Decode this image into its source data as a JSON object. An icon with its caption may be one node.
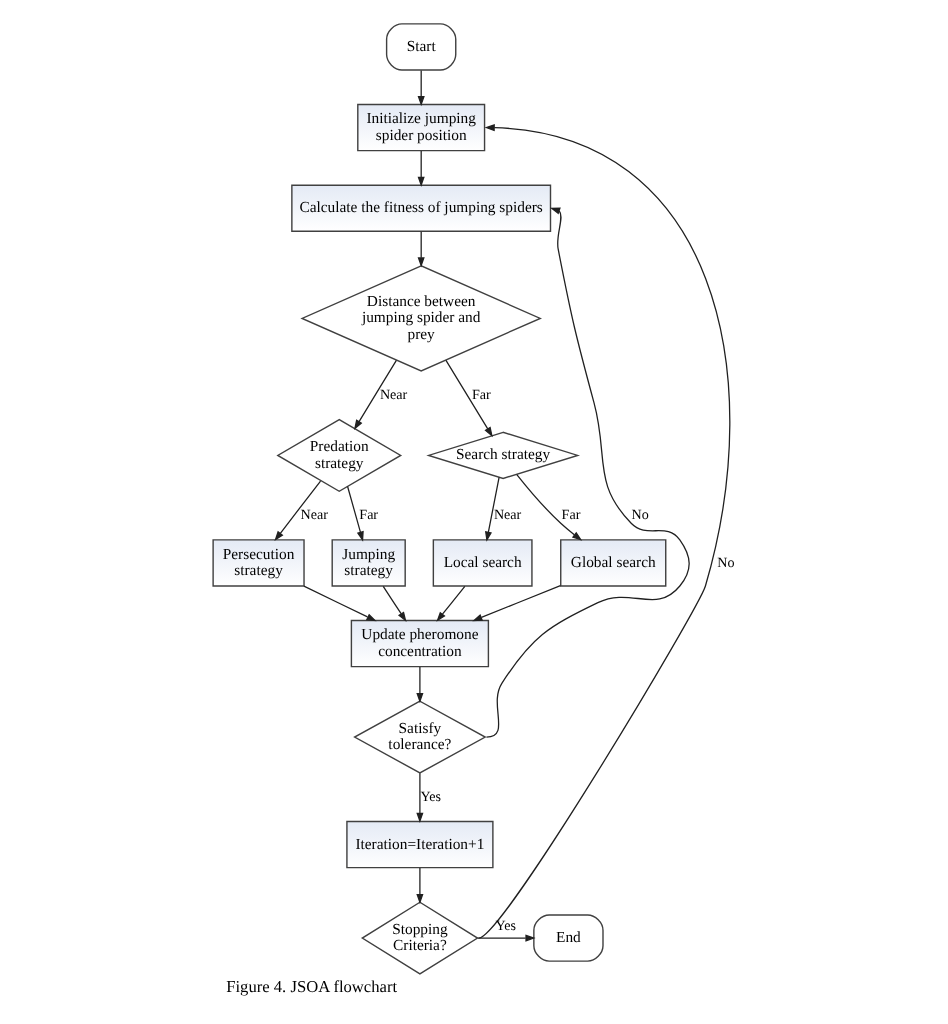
{
  "diagram": {
    "caption": "Figure 4. JSOA flowchart",
    "nodes": [
      {
        "text": [
          "Start"
        ]
      },
      {
        "text": [
          "Initialize jumping spider position"
        ]
      },
      {
        "text": [
          "Calculate the fitness of jumping spiders"
        ]
      },
      {
        "text": [
          "Distance between jumping spider and prey"
        ]
      },
      {
        "text": [
          "Predation strategy"
        ]
      },
      {
        "text": [
          "Search strategy"
        ]
      },
      {
        "text": [
          "Persecution strategy"
        ]
      },
      {
        "text": [
          "Jumping strategy"
        ]
      },
      {
        "text": [
          "Local search"
        ]
      },
      {
        "text": [
          "Global search"
        ]
      },
      {
        "text": [
          "Update pheromone concentration"
        ]
      },
      {
        "text": [
          "Satisfy tolerance?"
        ]
      },
      {
        "text": [
          "Iteration=Iteration+1"
        ]
      },
      {
        "text": [
          "Stopping Criteria?"
        ]
      },
      {
        "text": [
          "End"
        ]
      }
    ],
    "edges": [
      {
        "from": 0,
        "to": 1,
        "arrow": "to"
      },
      {
        "from": 1,
        "to": 2,
        "arrow": "to"
      },
      {
        "from": 2,
        "to": 3,
        "arrow": "to"
      },
      {
        "from": 3,
        "to": 4,
        "arrow": "to",
        "label": "Near"
      },
      {
        "from": 3,
        "to": 5,
        "arrow": "to",
        "label": "Far"
      },
      {
        "from": 4,
        "to": 6,
        "arrow": "to",
        "label": "Near"
      },
      {
        "from": 4,
        "to": 7,
        "arrow": "to",
        "label": "Far"
      },
      {
        "from": 5,
        "to": 8,
        "arrow": "to",
        "label": "Near"
      },
      {
        "from": 5,
        "to": 9,
        "arrow": "to",
        "label": "Far"
      },
      {
        "from": 6,
        "to": 10,
        "arrow": "to"
      },
      {
        "from": 7,
        "to": 10,
        "arrow": "to"
      },
      {
        "from": 8,
        "to": 10,
        "arrow": "to"
      },
      {
        "from": 9,
        "to": 10,
        "arrow": "to"
      },
      {
        "from": 10,
        "to": 11,
        "arrow": "to"
      },
      {
        "from": 11,
        "to": 2,
        "arrow": "to",
        "label": "No"
      },
      {
        "from": 11,
        "to": 12,
        "arrow": "to",
        "label": "Yes"
      },
      {
        "from": 12,
        "to": 13,
        "arrow": "to"
      },
      {
        "from": 13,
        "to": 1,
        "arrow": "to",
        "label": "No"
      },
      {
        "from": 13,
        "to": 14,
        "arrow": "to",
        "label": "Yes"
      }
    ]
  }
}
